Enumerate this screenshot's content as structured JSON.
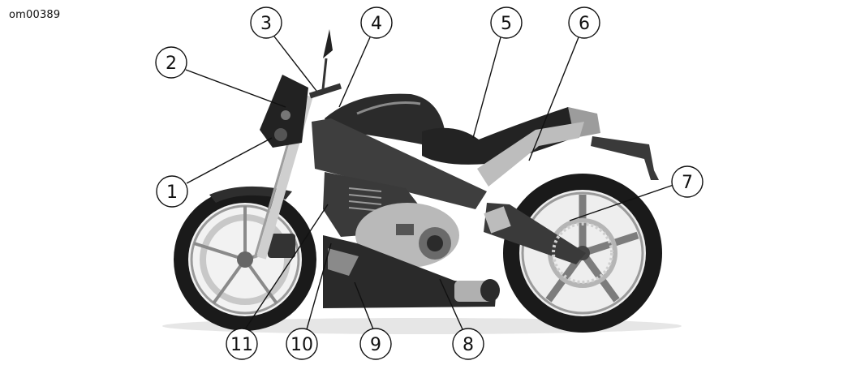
{
  "figure_id": "om00389",
  "callouts": [
    "1",
    "2",
    "3",
    "4",
    "5",
    "6",
    "7",
    "8",
    "9",
    "10",
    "11"
  ],
  "colors": {
    "ink": "#111111",
    "body_dark": "#2b2b2b",
    "body_mid": "#555555",
    "chrome": "#bdbdbd",
    "tire": "#1a1a1a",
    "background": "#ffffff"
  }
}
